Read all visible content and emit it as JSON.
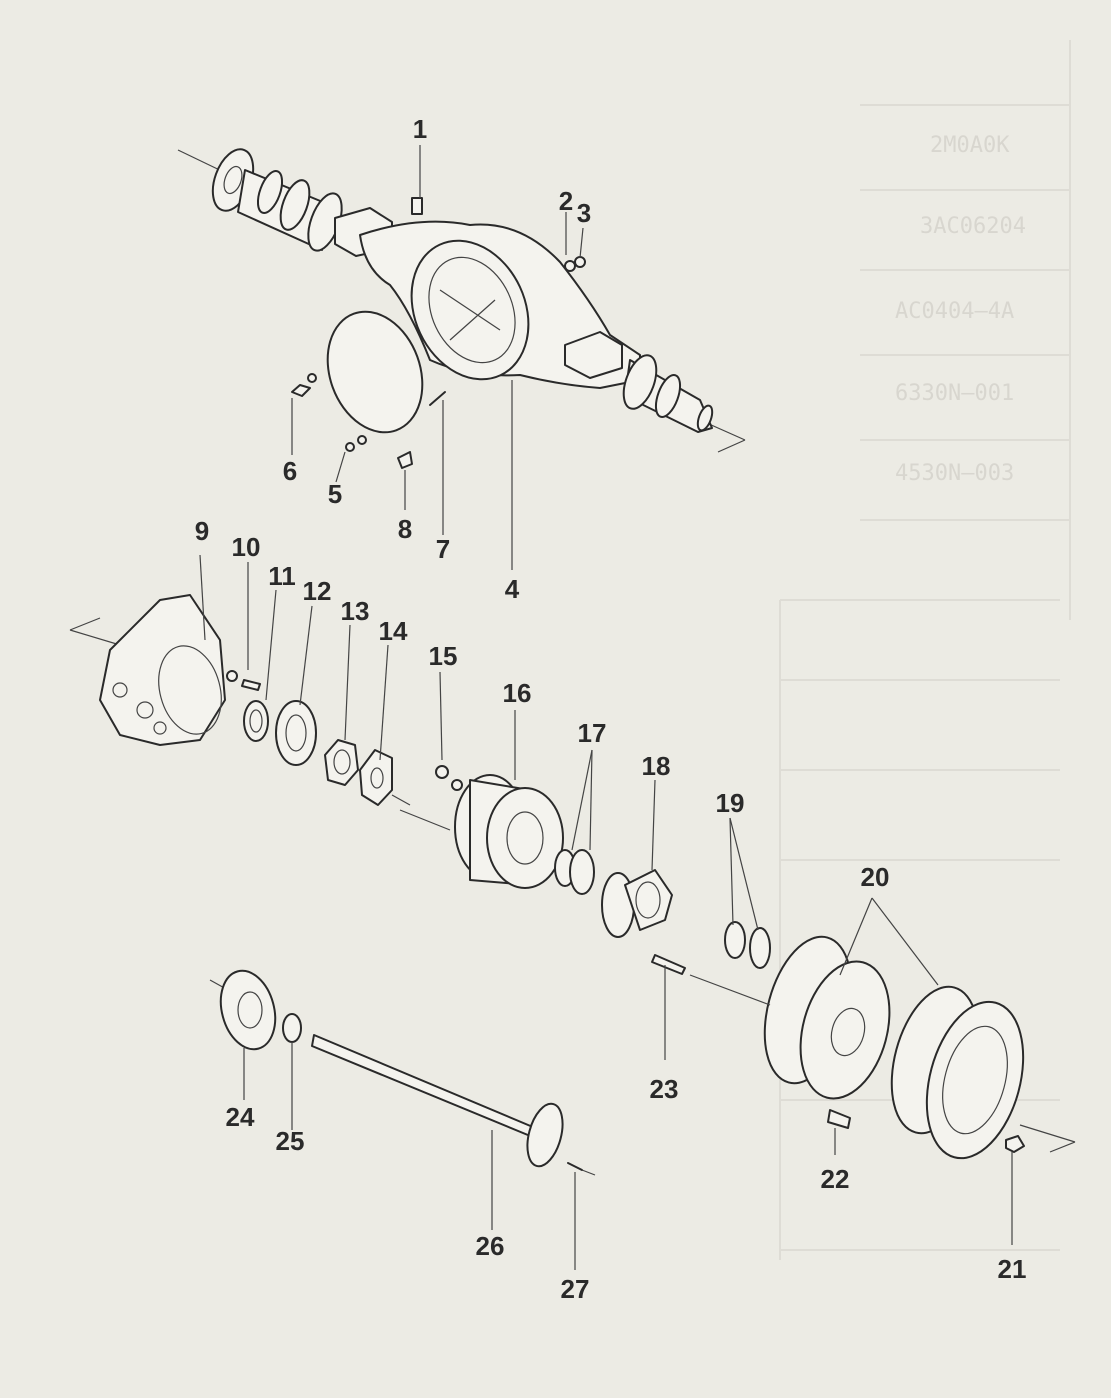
{
  "diagram": {
    "type": "exploded-parts-view",
    "callouts": [
      "1",
      "2",
      "3",
      "4",
      "5",
      "6",
      "7",
      "8",
      "9",
      "10",
      "11",
      "12",
      "13",
      "14",
      "15",
      "16",
      "17",
      "18",
      "19",
      "20",
      "21",
      "22",
      "23",
      "24",
      "25",
      "26",
      "27"
    ]
  },
  "bleed_text": [
    "2M0A0K",
    "3AC06204",
    "AC0404—4A",
    "6330N—001",
    "4530N—003"
  ]
}
